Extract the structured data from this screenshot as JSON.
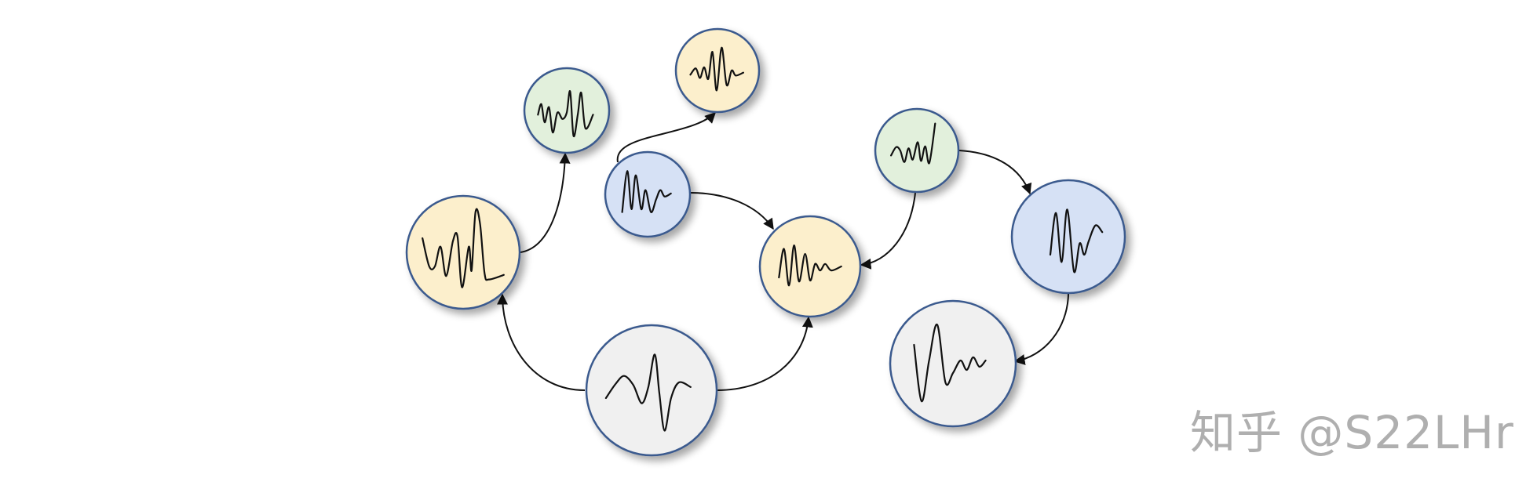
{
  "diagram": {
    "colors": {
      "yellow": "#fcefcc",
      "green": "#e2f0dc",
      "blue": "#d6e1f5",
      "gray": "#f0f0f0",
      "border": "#3a5a8e",
      "wave": "#111111",
      "arrow": "#111111"
    },
    "nodes": [
      {
        "id": "yellow-large-left",
        "fill": "yellow"
      },
      {
        "id": "green-top-left",
        "fill": "green"
      },
      {
        "id": "gray-bottom",
        "fill": "gray"
      },
      {
        "id": "blue-center",
        "fill": "blue"
      },
      {
        "id": "yellow-top",
        "fill": "yellow"
      },
      {
        "id": "yellow-center",
        "fill": "yellow"
      },
      {
        "id": "green-right",
        "fill": "green"
      },
      {
        "id": "blue-right",
        "fill": "blue"
      },
      {
        "id": "gray-bottom-right",
        "fill": "gray"
      }
    ],
    "edges": [
      {
        "from": "gray-bottom",
        "to": "yellow-large-left"
      },
      {
        "from": "yellow-large-left",
        "to": "green-top-left"
      },
      {
        "from": "gray-bottom",
        "to": "yellow-center"
      },
      {
        "from": "blue-center",
        "to": "yellow-top"
      },
      {
        "from": "blue-center",
        "to": "yellow-center"
      },
      {
        "from": "green-right",
        "to": "yellow-center"
      },
      {
        "from": "green-right",
        "to": "blue-right"
      },
      {
        "from": "blue-right",
        "to": "gray-bottom-right"
      }
    ]
  },
  "watermark": {
    "text": "知乎 @S22LHr"
  }
}
